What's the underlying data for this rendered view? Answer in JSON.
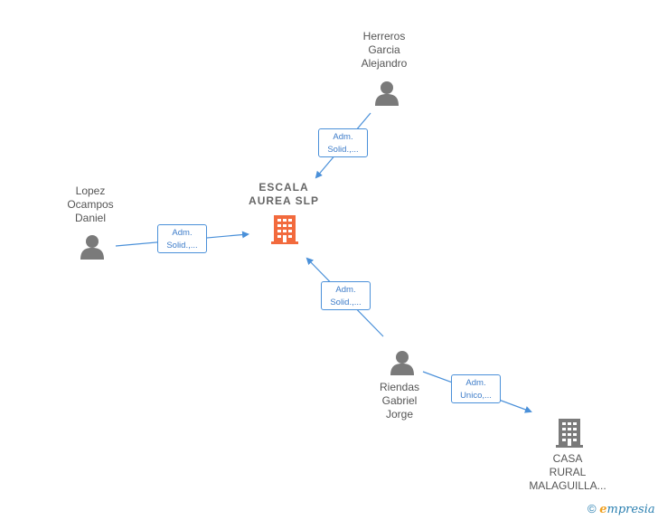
{
  "nodes": {
    "main_company": {
      "line1": "ESCALA",
      "line2": "AUREA  SLP",
      "color": "#f26a3d"
    },
    "herreros": {
      "line1": "Herreros",
      "line2": "Garcia",
      "line3": "Alejandro"
    },
    "lopez": {
      "line1": "Lopez",
      "line2": "Ocampos",
      "line3": "Daniel"
    },
    "riendas": {
      "line1": "Riendas",
      "line2": "Gabriel",
      "line3": "Jorge"
    },
    "casa_rural": {
      "line1": "CASA",
      "line2": "RURAL",
      "line3": "MALAGUILLA..."
    }
  },
  "relations": {
    "herreros_to_main": {
      "line1": "Adm.",
      "line2": "Solid.,..."
    },
    "lopez_to_main": {
      "line1": "Adm.",
      "line2": "Solid.,..."
    },
    "riendas_to_main": {
      "line1": "Adm.",
      "line2": "Solid.,..."
    },
    "riendas_to_casa": {
      "line1": "Adm.",
      "line2": "Unico,..."
    }
  },
  "footer": {
    "copyright_symbol": "©",
    "brand_initial": "e",
    "brand_rest": "mpresia"
  },
  "colors": {
    "edge": "#4a90d9",
    "person": "#7a7a7a",
    "company_secondary": "#7a7a7a"
  }
}
